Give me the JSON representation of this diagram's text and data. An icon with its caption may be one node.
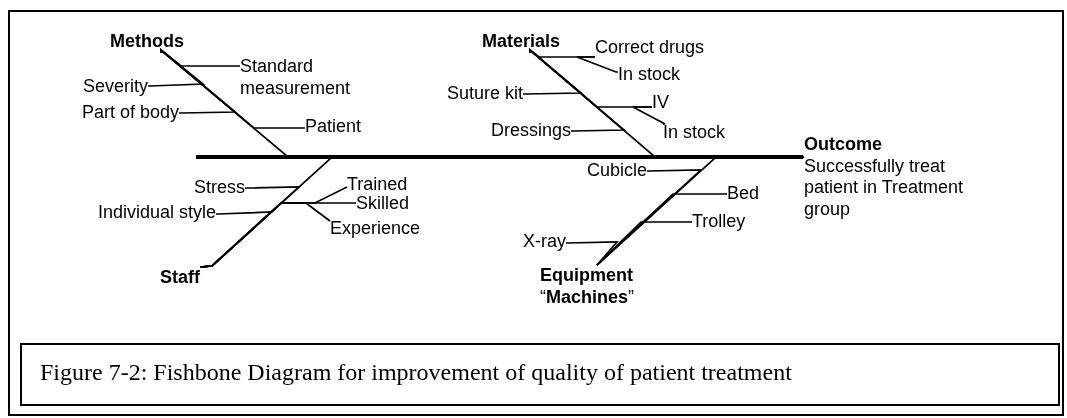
{
  "diagram": {
    "caption": "Figure 7-2: Fishbone Diagram for improvement of quality of patient treatment",
    "nodes": [
      {
        "text": [
          "Methods"
        ]
      },
      {
        "text": [
          "Materials"
        ]
      },
      {
        "text": [
          "Correct drugs"
        ]
      },
      {
        "text": [
          "Standard measurement"
        ]
      },
      {
        "text": [
          "In stock"
        ]
      },
      {
        "text": [
          "Severity"
        ]
      },
      {
        "text": [
          "Suture kit"
        ]
      },
      {
        "text": [
          "Part of body"
        ]
      },
      {
        "text": [
          "IV"
        ]
      },
      {
        "text": [
          "Patient"
        ]
      },
      {
        "text": [
          "Dressings"
        ]
      },
      {
        "text": [
          "In stock"
        ]
      },
      {
        "text": [
          "Outcome",
          "Successfully treat patient in Treatment group"
        ]
      },
      {
        "text": [
          "Stress"
        ]
      },
      {
        "text": [
          "Trained"
        ]
      },
      {
        "text": [
          "Cubicle"
        ]
      },
      {
        "text": [
          "Skilled"
        ]
      },
      {
        "text": [
          "Bed"
        ]
      },
      {
        "text": [
          "Individual style"
        ]
      },
      {
        "text": [
          "Experience"
        ]
      },
      {
        "text": [
          "Trolley"
        ]
      },
      {
        "text": [
          "X-ray"
        ]
      },
      {
        "text": [
          "Staff"
        ]
      },
      {
        "text": [
          "Equipment",
          "“**Machines**”"
        ]
      }
    ],
    "edges": [
      {
        "from": 0,
        "to": 12,
        "arrow": "none"
      },
      {
        "from": 1,
        "to": 12,
        "arrow": "none"
      },
      {
        "from": 22,
        "to": 12,
        "arrow": "none"
      },
      {
        "from": 23,
        "to": 12,
        "arrow": "none"
      },
      {
        "from": 3,
        "to": 0,
        "arrow": "none"
      },
      {
        "from": 5,
        "to": 0,
        "arrow": "none"
      },
      {
        "from": 7,
        "to": 0,
        "arrow": "none"
      },
      {
        "from": 9,
        "to": 0,
        "arrow": "none"
      },
      {
        "from": 2,
        "to": 1,
        "arrow": "none"
      },
      {
        "from": 4,
        "to": 2,
        "arrow": "none"
      },
      {
        "from": 6,
        "to": 1,
        "arrow": "none"
      },
      {
        "from": 8,
        "to": 1,
        "arrow": "none"
      },
      {
        "from": 11,
        "to": 8,
        "arrow": "none"
      },
      {
        "from": 10,
        "to": 1,
        "arrow": "none"
      },
      {
        "from": 13,
        "to": 22,
        "arrow": "none"
      },
      {
        "from": 18,
        "to": 22,
        "arrow": "none"
      },
      {
        "from": 14,
        "to": 22,
        "arrow": "none"
      },
      {
        "from": 16,
        "to": 22,
        "arrow": "none"
      },
      {
        "from": 19,
        "to": 22,
        "arrow": "none"
      },
      {
        "from": 15,
        "to": 23,
        "arrow": "none"
      },
      {
        "from": 17,
        "to": 23,
        "arrow": "none"
      },
      {
        "from": 20,
        "to": 23,
        "arrow": "none"
      },
      {
        "from": 21,
        "to": 23,
        "arrow": "none"
      }
    ]
  }
}
